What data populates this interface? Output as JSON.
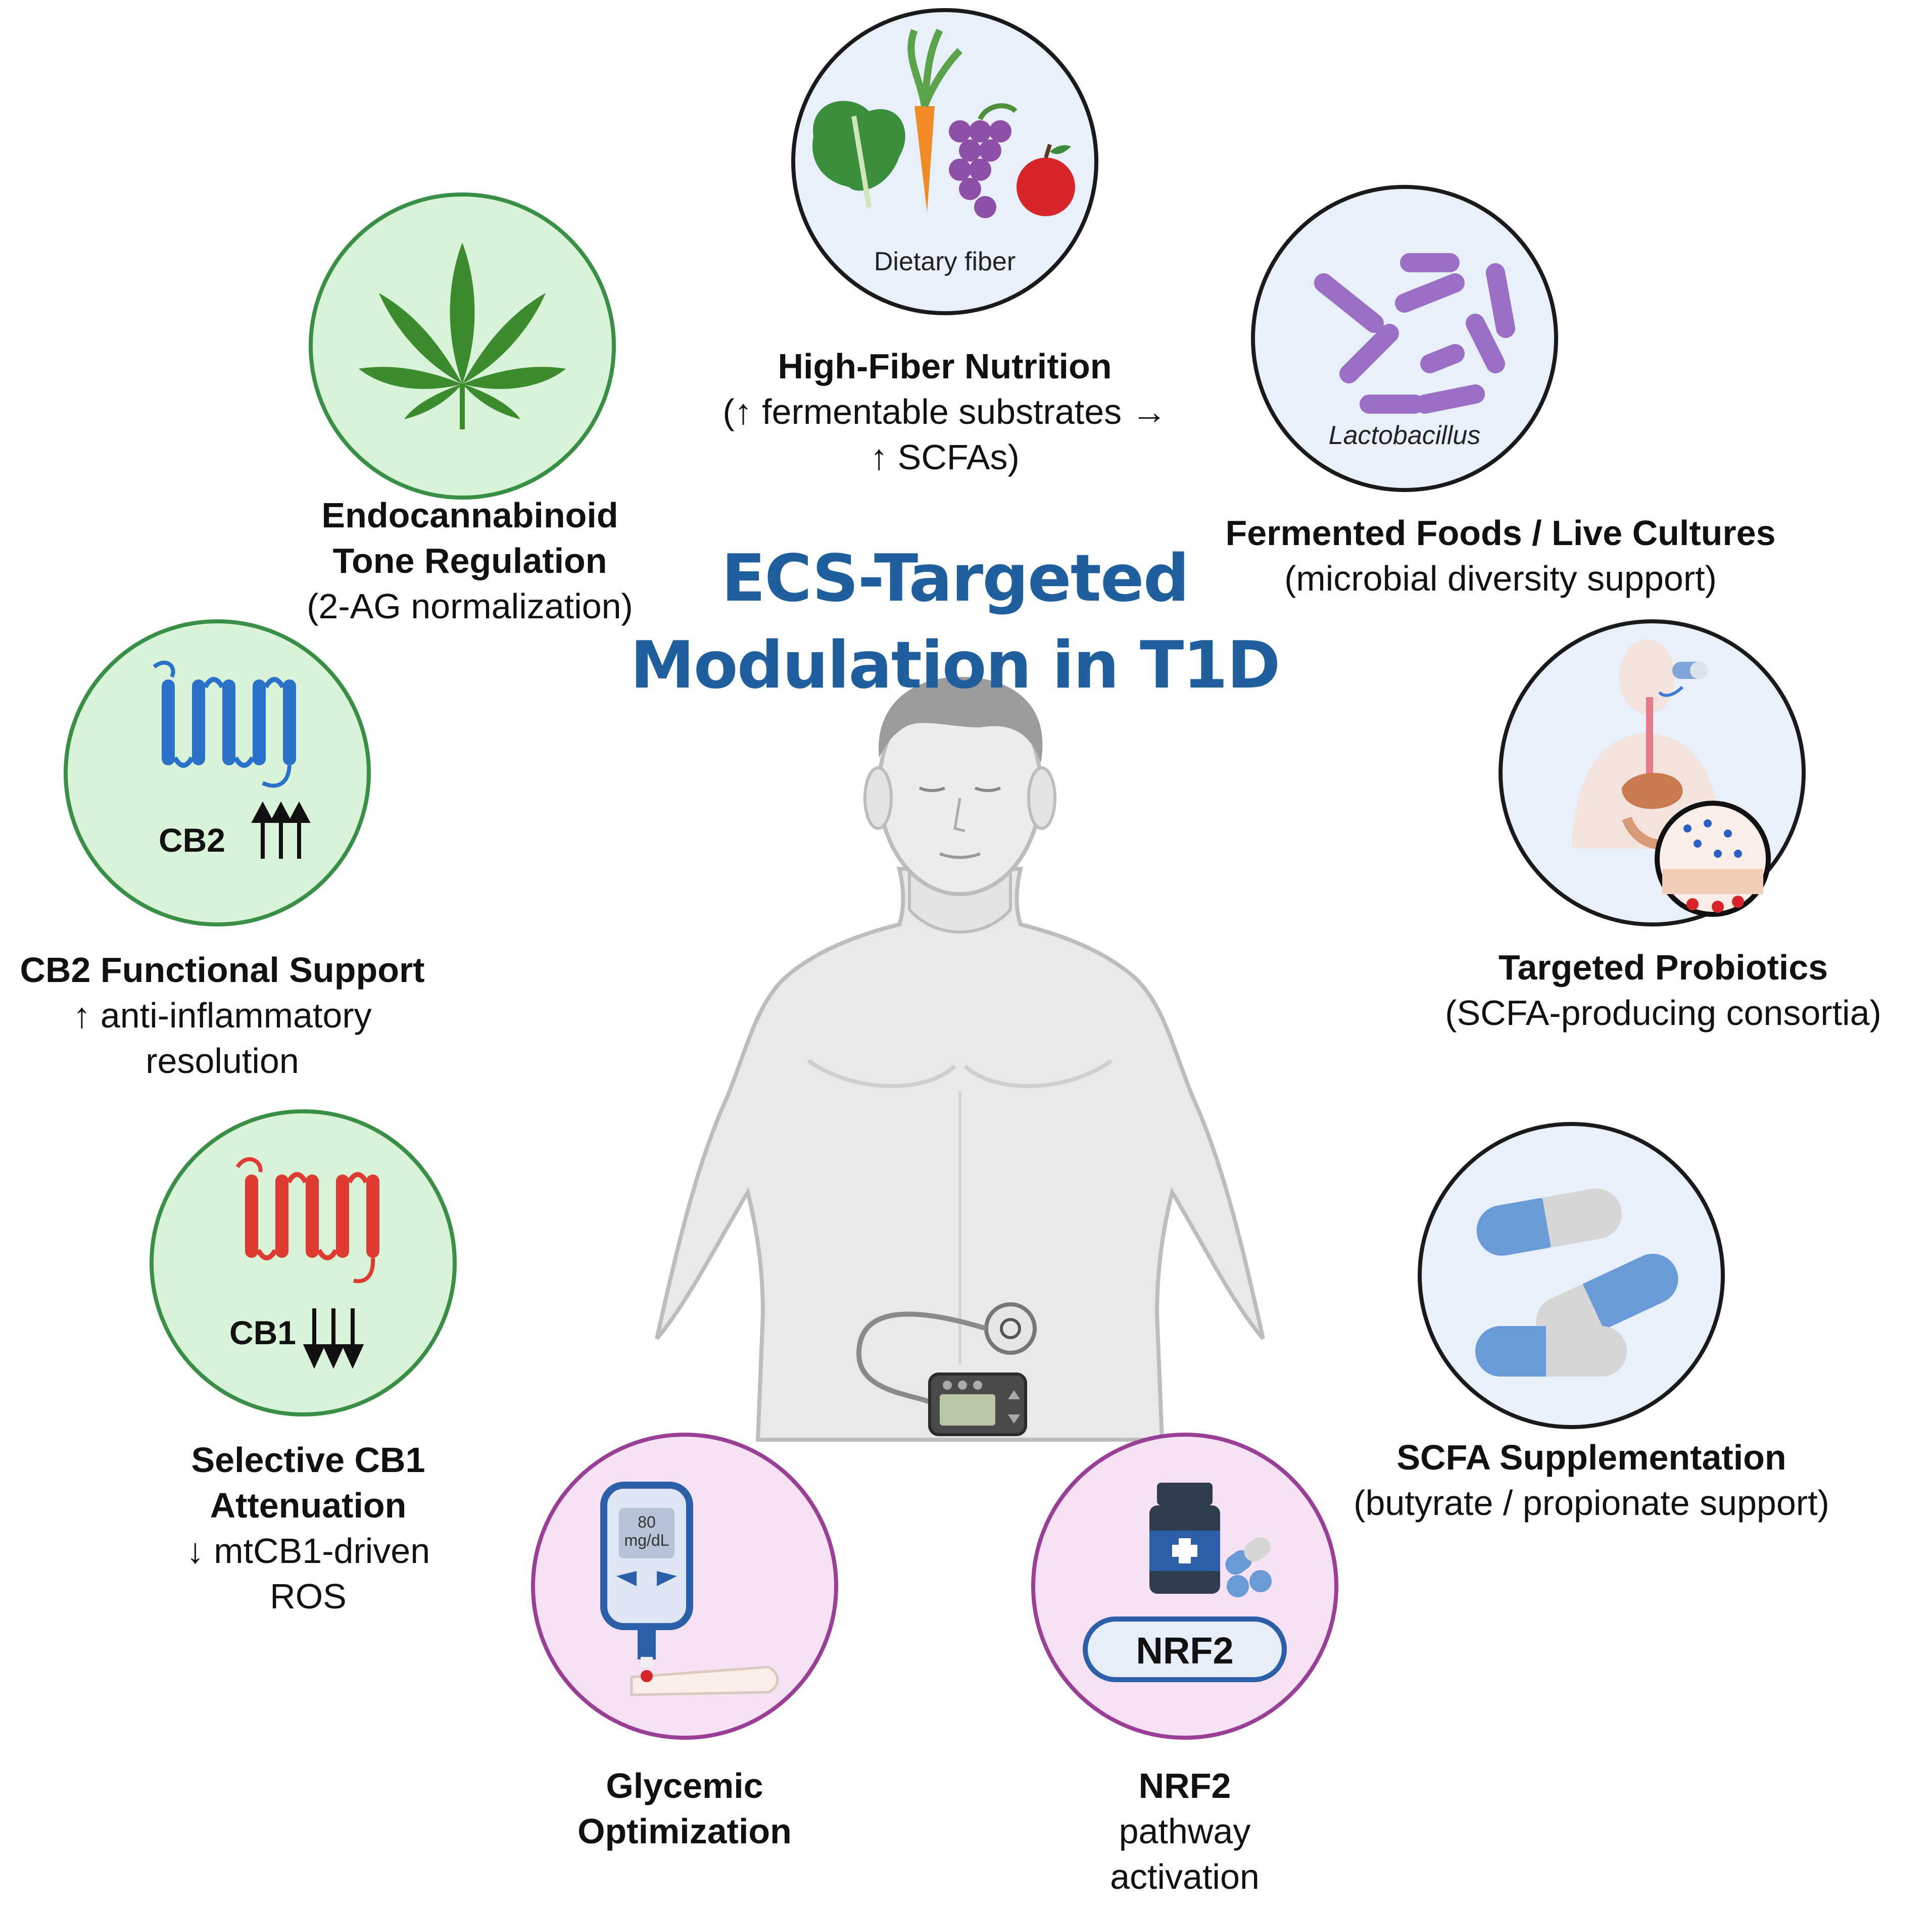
{
  "title": {
    "line1": "ECS-Targeted",
    "line2": "Modulation in T1D"
  },
  "colors": {
    "title": "#1f5f9e",
    "green_ring": "#3a8f46",
    "green_fill": "#d9f3d8",
    "purple_ring": "#9a3f96",
    "purple_fill": "#f6e1f5",
    "black_ring": "#1a1a1a",
    "blue_fill": "#e6eef9",
    "cb2_receptor": "#2a72c9",
    "cb1_receptor": "#e03b33"
  },
  "nodes": {
    "fiber": {
      "icon": "vegetables-fruit-icon",
      "circle_text": "Dietary fiber",
      "heading": "High-Fiber Nutrition",
      "line1": "(↑ fermentable substrates →",
      "line2": "↑ SCFAs)"
    },
    "fermented": {
      "icon": "lactobacillus-bacteria-icon",
      "circle_text": "Lactobacillus",
      "heading": "Fermented Foods / Live Cultures",
      "line1": "(microbial diversity support)"
    },
    "endocannabinoid": {
      "icon": "cannabis-leaf-icon",
      "heading1": "Endocannabinoid",
      "heading2": "Tone Regulation",
      "line1": "(2-AG normalization)"
    },
    "cb2": {
      "icon": "cb2-receptor-icon",
      "circle_text": "CB2",
      "heading": "CB2 Functional Support",
      "line1": "↑ anti-inflammatory",
      "line2": "resolution"
    },
    "cb1": {
      "icon": "cb1-receptor-icon",
      "circle_text": "CB1",
      "heading1": "Selective CB1",
      "heading2": "Attenuation",
      "line1": "↓ mtCB1-driven",
      "line2": "ROS"
    },
    "probiotics": {
      "icon": "body-gut-probiotic-icon",
      "heading": "Targeted Probiotics",
      "line1": "(SCFA-producing consortia)"
    },
    "scfa": {
      "icon": "capsules-icon",
      "heading": "SCFA Supplementation",
      "line1": "(butyrate / propionate support)"
    },
    "glycemic": {
      "icon": "glucose-meter-icon",
      "meter_value": "80",
      "meter_unit": "mg/dL",
      "heading1": "Glycemic",
      "heading2": "Optimization"
    },
    "nrf2": {
      "icon": "medicine-bottle-icon",
      "circle_text": "NRF2",
      "heading": "NRF2",
      "line1": "pathway",
      "line2": "activation"
    }
  },
  "center": {
    "figure": "human-torso-with-insulin-pump-icon"
  }
}
